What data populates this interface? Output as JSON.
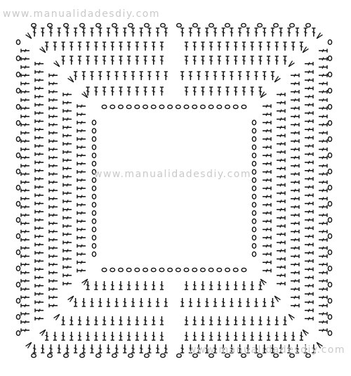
{
  "watermarks": {
    "top": "www.manualidadesdiy.com",
    "middle": "www.manualidadesdiy.com",
    "bottom": "www.manualidadesdiy.com"
  },
  "pattern": {
    "chain_symbol": "oval-chain-stitch",
    "stitch_symbol": "crossed-post-stitch",
    "corner_stitch_symbol": "v-increase",
    "ink_color": "#111111",
    "watermark_color": "#c9c9c9",
    "rounds": [
      {
        "name": "foundation-chain",
        "kind": "chain"
      },
      {
        "name": "round-1",
        "kind": "stitch"
      },
      {
        "name": "round-2",
        "kind": "stitch"
      },
      {
        "name": "round-3",
        "kind": "stitch"
      },
      {
        "name": "round-4",
        "kind": "stitch"
      },
      {
        "name": "round-5",
        "kind": "stitch"
      }
    ]
  }
}
